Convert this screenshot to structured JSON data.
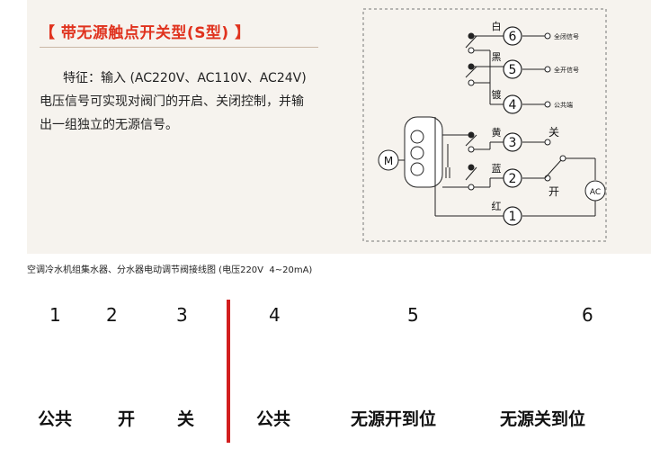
{
  "header": {
    "title": "【 带无源触点开关型(S型) 】",
    "feature_line1": "特征：输入 (AC220V、AC110V、AC24V)",
    "feature_line2": "电压信号可实现对阀门的开启、关闭控制，并输",
    "feature_line3": "出一组独立的无源信号。"
  },
  "wiring": {
    "terminals": [
      "6",
      "5",
      "4",
      "3",
      "2",
      "1"
    ],
    "wire_colors": [
      "白",
      "黑",
      "镀",
      "黄",
      "蓝",
      "红"
    ],
    "signal_labels": [
      "全闭信号",
      "全开信号",
      "公共端"
    ],
    "close_label": "关",
    "open_label": "开",
    "motor_label": "M",
    "ac_label": "AC"
  },
  "caption": "空调冷水机组集水器、分水器电动调节阀接线图 (电压220V  4~20mA)",
  "terminal_table": {
    "numbers": [
      "1",
      "2",
      "3",
      "4",
      "5",
      "6"
    ],
    "labels": [
      "公共",
      "开",
      "关",
      "公共",
      "无源开到位",
      "无源关到位"
    ]
  },
  "colors": {
    "title_red": "#e0321e",
    "divider_red": "#d21f1f",
    "photo_background": "#f6f3ee"
  }
}
